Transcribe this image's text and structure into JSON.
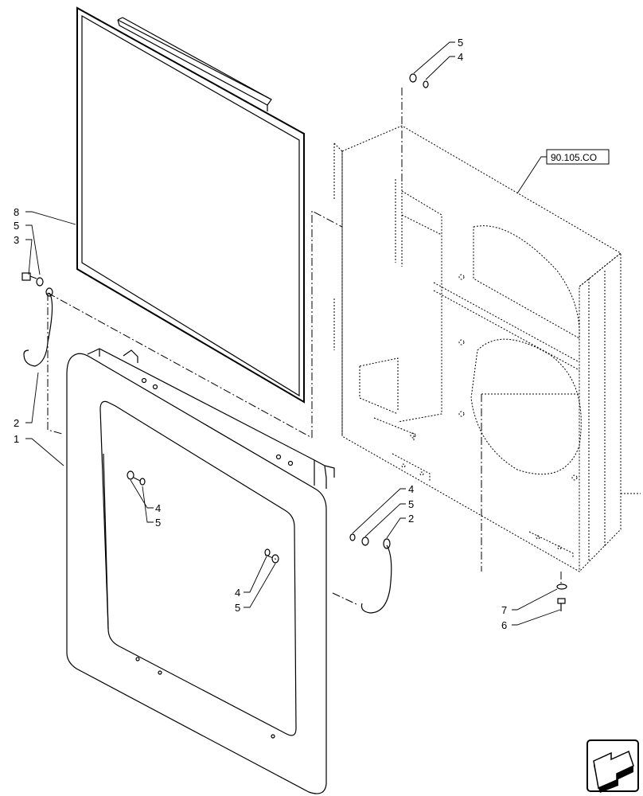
{
  "reference": {
    "label": "90.105.CO"
  },
  "callouts": {
    "c8": "8",
    "c5a": "5",
    "c3": "3",
    "c2a": "2",
    "c1": "1",
    "c4a": "4",
    "c5b": "5",
    "c4b": "4",
    "c5c": "5",
    "c5top": "5",
    "c4top": "4",
    "c4r": "4",
    "c5r": "5",
    "c2r": "2",
    "c7": "7",
    "c6": "6"
  },
  "nav_icon": {
    "name": "arrow-navigation-icon"
  }
}
